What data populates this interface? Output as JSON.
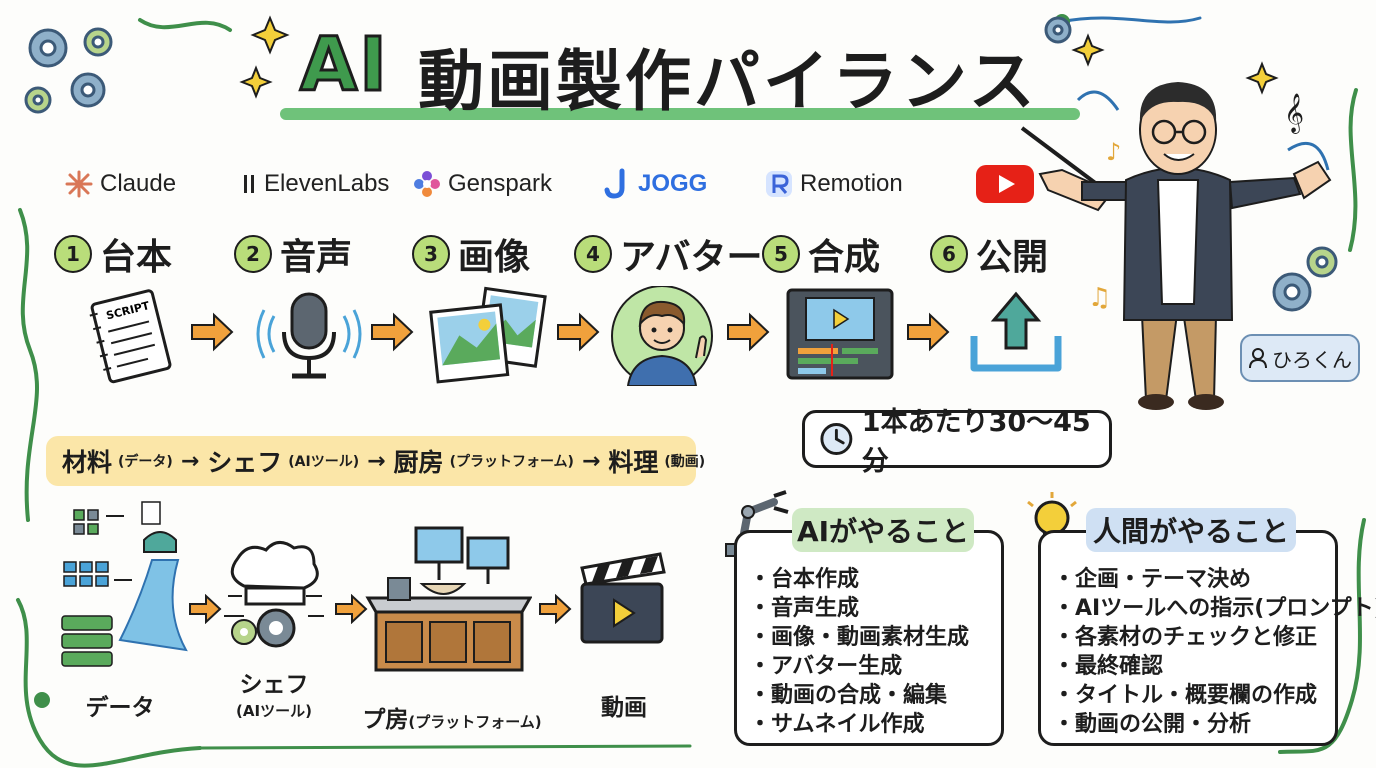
{
  "title": {
    "highlight": "AI",
    "rest": "動画製作パイランス"
  },
  "logos": [
    {
      "name": "Claude",
      "icon": "claude-starburst-icon"
    },
    {
      "name": "ElevenLabs",
      "icon": "elevenlabs-bars-icon"
    },
    {
      "name": "Genspark",
      "icon": "genspark-flower-icon"
    },
    {
      "name": "JOGG",
      "icon": "jogg-j-icon"
    },
    {
      "name": "Remotion",
      "icon": "remotion-r-icon"
    },
    {
      "name": "",
      "icon": "youtube-play-icon"
    }
  ],
  "steps": [
    {
      "number": "1",
      "label": "台本",
      "icon": "script-notebook-icon"
    },
    {
      "number": "2",
      "label": "音声",
      "icon": "microphone-icon"
    },
    {
      "number": "3",
      "label": "画像",
      "icon": "photos-icon"
    },
    {
      "number": "4",
      "label": "アバター",
      "icon": "avatar-boy-icon"
    },
    {
      "number": "5",
      "label": "合成",
      "icon": "video-editor-icon"
    },
    {
      "number": "6",
      "label": "公開",
      "icon": "upload-icon"
    }
  ],
  "time_badge": "1本あたり30〜45分",
  "presenter": {
    "name": "ひろくん"
  },
  "analogy": {
    "items": [
      {
        "main": "材料",
        "sub": "(データ)"
      },
      {
        "main": "シェフ",
        "sub": "(AIツール)"
      },
      {
        "main": "厨房",
        "sub": "(プラットフォーム)"
      },
      {
        "main": "料理",
        "sub": "(動画)"
      }
    ],
    "arrow": "→"
  },
  "bottom_flow": [
    {
      "label": "データ",
      "sub": ""
    },
    {
      "label": "シェフ",
      "sub": "(AIツール)"
    },
    {
      "label": "プ房",
      "sub": "(プラットフォーム)"
    },
    {
      "label": "動画",
      "sub": ""
    }
  ],
  "ai_panel": {
    "title": "AIがやること",
    "items": [
      "・台本作成",
      "・音声生成",
      "・画像・動画素材生成",
      "・アバター生成",
      "・動画の合成・編集",
      "・サムネイル作成"
    ]
  },
  "human_panel": {
    "title": "人間がやること",
    "items": [
      "・企画・テーマ決め",
      "・AIツールへの指示(プロンプト)",
      "・各素材のチェックと修正",
      "・最終確認",
      "・タイトル・概要欄の作成",
      "・動画の公開・分析"
    ]
  },
  "colors": {
    "title_green": "#3f9a4d",
    "underline": "#6fc27a",
    "arrow_orange": "#f0a13c",
    "number_green": "#b9dd7a",
    "analogy_bg": "#fbe6a8",
    "ai_title_bg": "#cfe9c4",
    "human_title_bg": "#cfe0f3"
  }
}
